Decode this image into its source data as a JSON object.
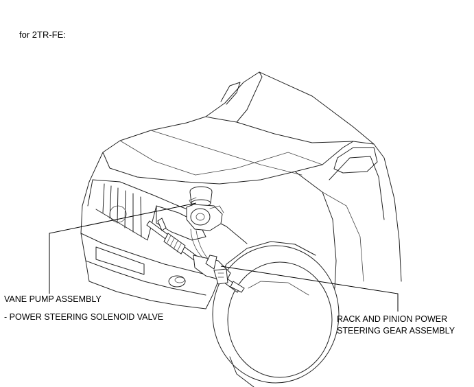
{
  "caption": "for 2TR-FE:",
  "callouts": {
    "vane_pump": {
      "line1": "VANE PUMP ASSEMBLY",
      "line2": "- POWER STEERING SOLENOID VALVE"
    },
    "rack_pinion": {
      "line1": "RACK AND PINION POWER",
      "line2": "STEERING GEAR ASSEMBLY"
    }
  },
  "colors": {
    "line": "#222222",
    "background": "#ffffff"
  }
}
